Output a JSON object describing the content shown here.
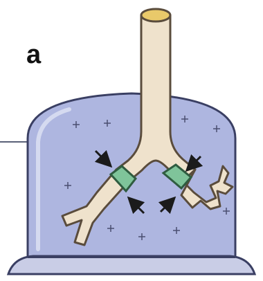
{
  "panel": {
    "label": "a"
  },
  "colors": {
    "chamber_fill": "#aeb6e0",
    "chamber_stroke": "#3a3f63",
    "base_fill": "#c9cde6",
    "airway_fill": "#efe2cc",
    "airway_stroke": "#5a4c3c",
    "trachea_top": "#e9c96a",
    "bronchus_band": "#7fc49a",
    "arrow": "#1b1b1b"
  },
  "icons": {
    "pressure_marks": "plus-sign",
    "compression_arrows": "arrow"
  }
}
